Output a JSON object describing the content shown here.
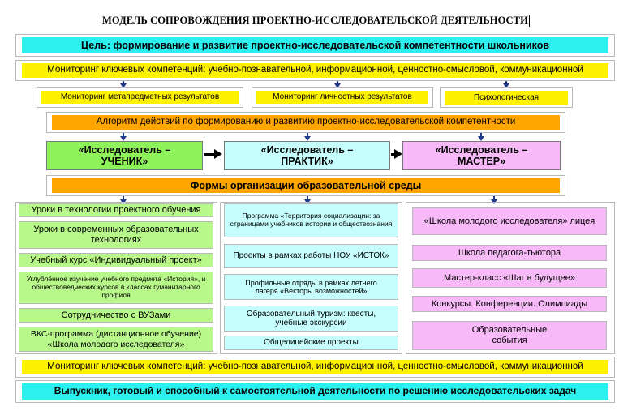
{
  "title": "МОДЕЛЬ СОПРОВОЖДЕНИЯ ПРОЕКТНО-ИССЛЕДОВАТЕЛЬСКОЙ ДЕЯТЕЛЬНОСТИ",
  "goal": "Цель: формирование и развитие проектно-исследовательской компетентности школьников",
  "monitoring_top": "Мониторинг ключевых компетенций: учебно-познавательной, информационной, ценностно-смысловой, коммуникационной",
  "monitoring_items": [
    "Мониторинг метапредметных результатов",
    "Мониторинг личностных результатов",
    "Психологическая"
  ],
  "algorithm": "Алгоритм действий по формированию и развитию проектно-исследовательской компетентности",
  "roles": [
    {
      "line1": "«Исследователь –",
      "line2": "УЧЕНИК»"
    },
    {
      "line1": "«Исследователь –",
      "line2": "ПРАКТИК»"
    },
    {
      "line1": "«Исследователь –",
      "line2": "МАСТЕР»"
    }
  ],
  "forms": "Формы организации образовательной среды",
  "left_column": [
    "Уроки в технологии проектного обучения",
    "Уроки в современных образовательных технологиях",
    "Учебный курс «Индивидуальный проект»",
    "Углублённое изучение учебного предмета «История», и обществоведческих курсов в классах гуманитарного профиля",
    "Сотрудничество с ВУЗами",
    "ВКС-программа (дистанционное обучение) «Школа молодого исследователя»"
  ],
  "middle_column": [
    "Программа «Территория социализации: за страницами учебников истории и обществознания",
    "Проекты в рамках работы НОУ «ИСТОК»",
    "Профильные отряды в рамках летнего лагеря «Векторы возможностей»",
    "Образовательный туризм: квесты, учебные экскурсии",
    "Общелицейские проекты"
  ],
  "right_column": [
    "«Школа молодого исследователя» лицея",
    "Школа педагога-тьютора",
    "Мастер-класс «Шаг в будущее»",
    "Конкурсы. Конференции. Олимпиады",
    "Образовательные события"
  ],
  "monitoring_bottom": "Мониторинг ключевых компетенций: учебно-познавательной, информационной, ценностно-смысловой, коммуникационной",
  "result": "Выпускник, готовый и способный к самостоятельной деятельности по решению исследовательских задач",
  "colors": {
    "cyan": "#2bf0ee",
    "yellow": "#fff200",
    "orange": "#ffa500",
    "green": "#8ef35a",
    "light_cyan": "#c6fdfd",
    "pink": "#f7b9f7",
    "lime": "#b8f78a",
    "arrow_blue": "#1f3a8a"
  }
}
